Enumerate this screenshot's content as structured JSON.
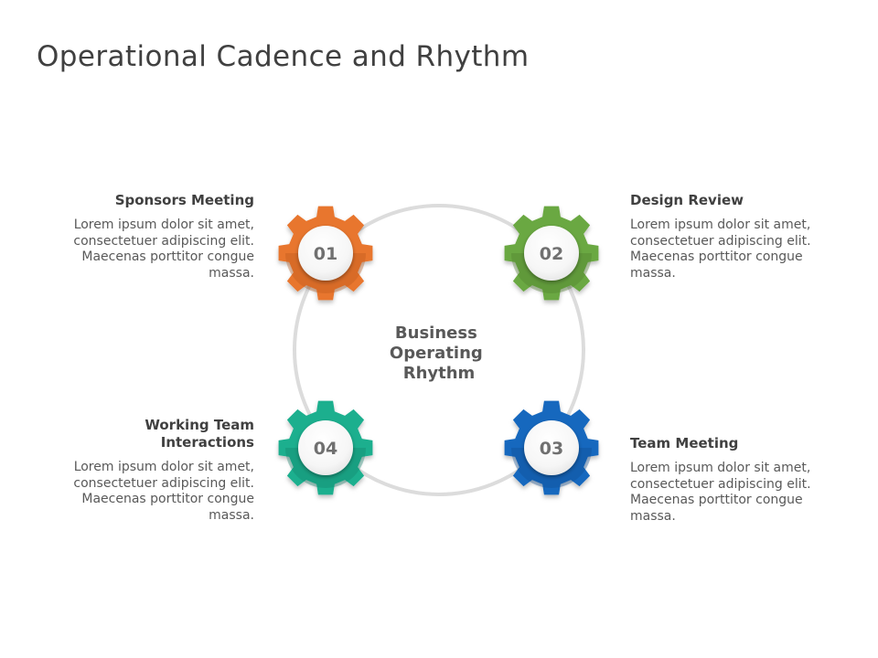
{
  "title": "Operational Cadence and Rhythm",
  "center": {
    "lines": [
      "Business",
      "Operating",
      "Rhythm"
    ]
  },
  "gears": [
    {
      "number": "01",
      "color": "#E8762D",
      "shade": "#B9581B"
    },
    {
      "number": "02",
      "color": "#6AA842",
      "shade": "#4C7F2C"
    },
    {
      "number": "03",
      "color": "#1668BE",
      "shade": "#0E4C91"
    },
    {
      "number": "04",
      "color": "#1BAF8E",
      "shade": "#12826A"
    }
  ],
  "blocks": [
    {
      "heading": [
        "Sponsors Meeting"
      ],
      "body": [
        "Lorem ipsum dolor sit amet,",
        "consectetuer adipiscing elit.",
        "Maecenas porttitor congue",
        "massa."
      ]
    },
    {
      "heading": [
        "Design Review"
      ],
      "body": [
        "Lorem ipsum dolor sit amet,",
        "consectetuer adipiscing elit.",
        "Maecenas porttitor congue",
        "massa."
      ]
    },
    {
      "heading": [
        "Team Meeting"
      ],
      "body": [
        "Lorem ipsum dolor sit amet,",
        "consectetuer adipiscing elit.",
        "Maecenas porttitor congue",
        "massa."
      ]
    },
    {
      "heading": [
        "Working Team",
        "Interactions"
      ],
      "body": [
        "Lorem ipsum dolor sit amet,",
        "consectetuer adipiscing elit.",
        "Maecenas porttitor congue",
        "massa."
      ]
    }
  ],
  "ring_color": "#DCDCDC"
}
